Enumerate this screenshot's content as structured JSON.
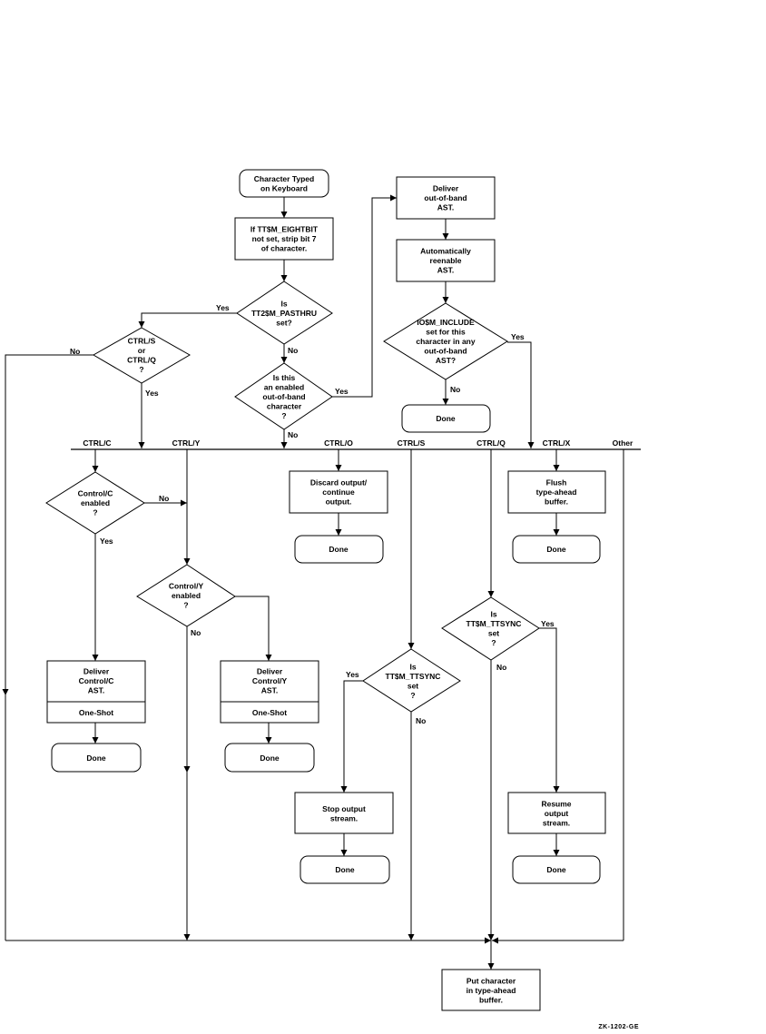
{
  "figure_id": "ZK-1202-GE",
  "nodes": {
    "start": [
      "Character Typed",
      "on Keyboard"
    ],
    "strip_bit": [
      "If TT$M_EIGHTBIT",
      "not set, strip bit 7",
      "of character."
    ],
    "passthru": [
      "Is",
      "TT2$M_PASTHRU",
      "set?"
    ],
    "ctrl_s_q": [
      "CTRL/S",
      "or",
      "CTRL/Q",
      "?"
    ],
    "enabled_oob": [
      "Is this",
      "an enabled",
      "out-of-band",
      "character",
      "?"
    ],
    "deliver_oob": [
      "Deliver",
      "out-of-band",
      "AST."
    ],
    "reenable": [
      "Automatically",
      "reenable",
      "AST."
    ],
    "include": [
      "IO$M_INCLUDE",
      "set for this",
      "character in any",
      "out-of-band",
      "AST?"
    ],
    "done_include": [
      "Done"
    ],
    "ctrlc_enabled": [
      "Control/C",
      "enabled",
      "?"
    ],
    "ctrly_enabled": [
      "Control/Y",
      "enabled",
      "?"
    ],
    "deliver_ctrlc": [
      "Deliver",
      "Control/C",
      "AST."
    ],
    "ctrlc_oneshot": [
      "One-Shot"
    ],
    "done_ctrlc": [
      "Done"
    ],
    "deliver_ctrly": [
      "Deliver",
      "Control/Y",
      "AST."
    ],
    "ctrly_oneshot": [
      "One-Shot"
    ],
    "done_ctrly": [
      "Done"
    ],
    "discard": [
      "Discard output/",
      "continue",
      "output."
    ],
    "done_discard": [
      "Done"
    ],
    "ttsync_s": [
      "Is",
      "TT$M_TTSYNC",
      "set",
      "?"
    ],
    "stop_output": [
      "Stop output",
      "stream."
    ],
    "done_stop": [
      "Done"
    ],
    "ttsync_q": [
      "Is",
      "TT$M_TTSYNC",
      "set",
      "?"
    ],
    "resume": [
      "Resume",
      "output",
      "stream."
    ],
    "done_resume": [
      "Done"
    ],
    "flush": [
      "Flush",
      "type-ahead",
      "buffer."
    ],
    "done_flush": [
      "Done"
    ],
    "put_char": [
      "Put character",
      "in type-ahead",
      "buffer."
    ]
  },
  "branch_labels": {
    "ctrl_c": "CTRL/C",
    "ctrl_y": "CTRL/Y",
    "ctrl_o": "CTRL/O",
    "ctrl_s": "CTRL/S",
    "ctrl_q": "CTRL/Q",
    "ctrl_x": "CTRL/X",
    "other": "Other"
  },
  "edge_labels": {
    "passthru_yes": "Yes",
    "passthru_no": "No",
    "ctrlsq_no": "No",
    "ctrlsq_yes": "Yes",
    "oob_yes": "Yes",
    "oob_no": "No",
    "include_yes": "Yes",
    "include_no": "No",
    "ctrlc_no": "No",
    "ctrlc_yes": "Yes",
    "ctrly_no": "No",
    "ttsync_s_yes": "Yes",
    "ttsync_s_no": "No",
    "ttsync_q_yes": "Yes",
    "ttsync_q_no": "No"
  }
}
